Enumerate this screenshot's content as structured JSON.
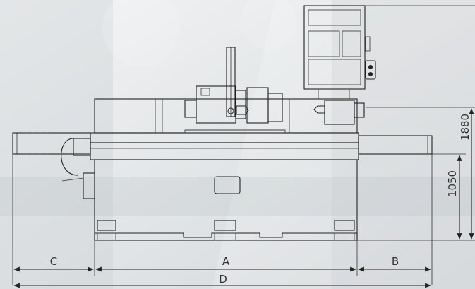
{
  "dimensions": {
    "A": "A",
    "B": "B",
    "C": "C",
    "D": "D",
    "height_table": "1050",
    "height_total": "1880"
  }
}
